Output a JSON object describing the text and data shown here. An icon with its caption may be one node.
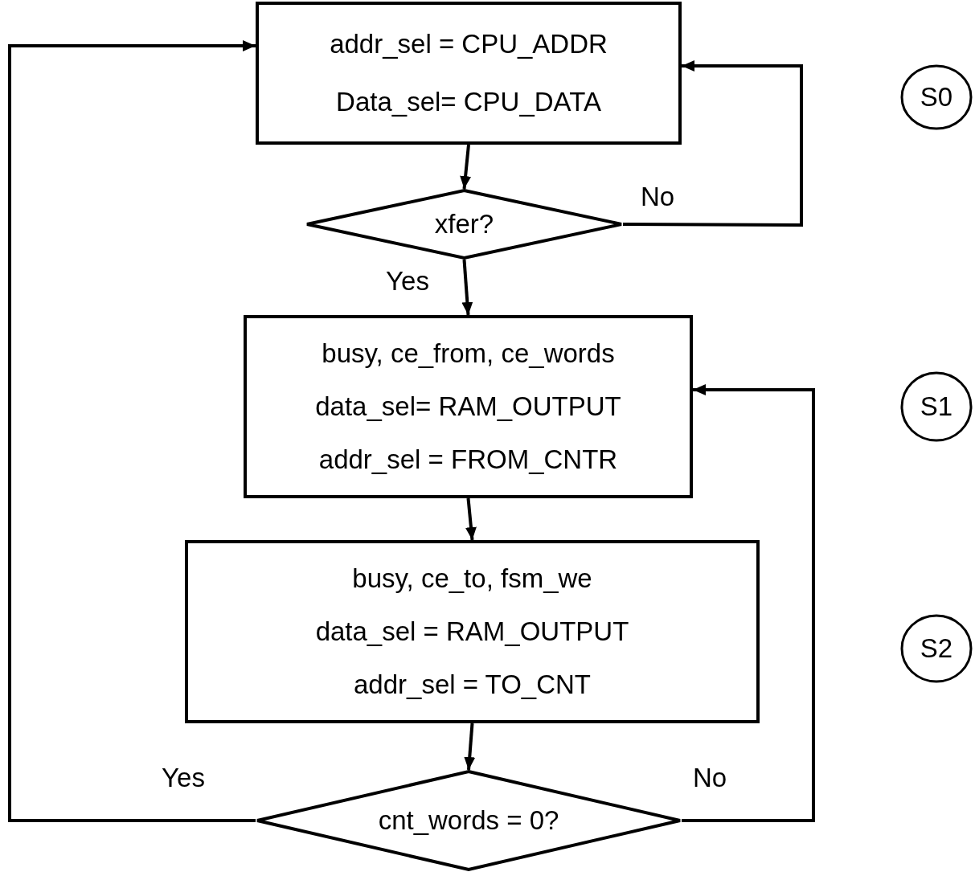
{
  "diagram": {
    "nodes": [
      {
        "text": [
          "addr_sel = CPU_ADDR",
          "Data_sel= CPU_DATA"
        ]
      },
      {
        "text": [
          "xfer?"
        ]
      },
      {
        "text": [
          "busy, ce_from, ce_words",
          "data_sel= RAM_OUTPUT",
          "addr_sel = FROM_CNTR"
        ]
      },
      {
        "text": [
          "busy, ce_to, fsm_we",
          "data_sel = RAM_OUTPUT",
          "addr_sel = TO_CNT"
        ]
      },
      {
        "text": [
          "cnt_words = 0?"
        ]
      },
      {
        "text": [
          "S0"
        ]
      },
      {
        "text": [
          "S1"
        ]
      },
      {
        "text": [
          "S2"
        ]
      }
    ],
    "edges": [
      {
        "from": 0,
        "to": 1,
        "arrow": "to"
      },
      {
        "from": 1,
        "to": 0,
        "label": "No",
        "arrow": "to"
      },
      {
        "from": 1,
        "to": 2,
        "label": "Yes",
        "arrow": "to"
      },
      {
        "from": 2,
        "to": 3,
        "arrow": "to"
      },
      {
        "from": 3,
        "to": 4,
        "arrow": "to"
      },
      {
        "from": 4,
        "to": 0,
        "label": "Yes",
        "arrow": "to"
      },
      {
        "from": 4,
        "to": 2,
        "label": "No",
        "arrow": "to"
      }
    ]
  }
}
